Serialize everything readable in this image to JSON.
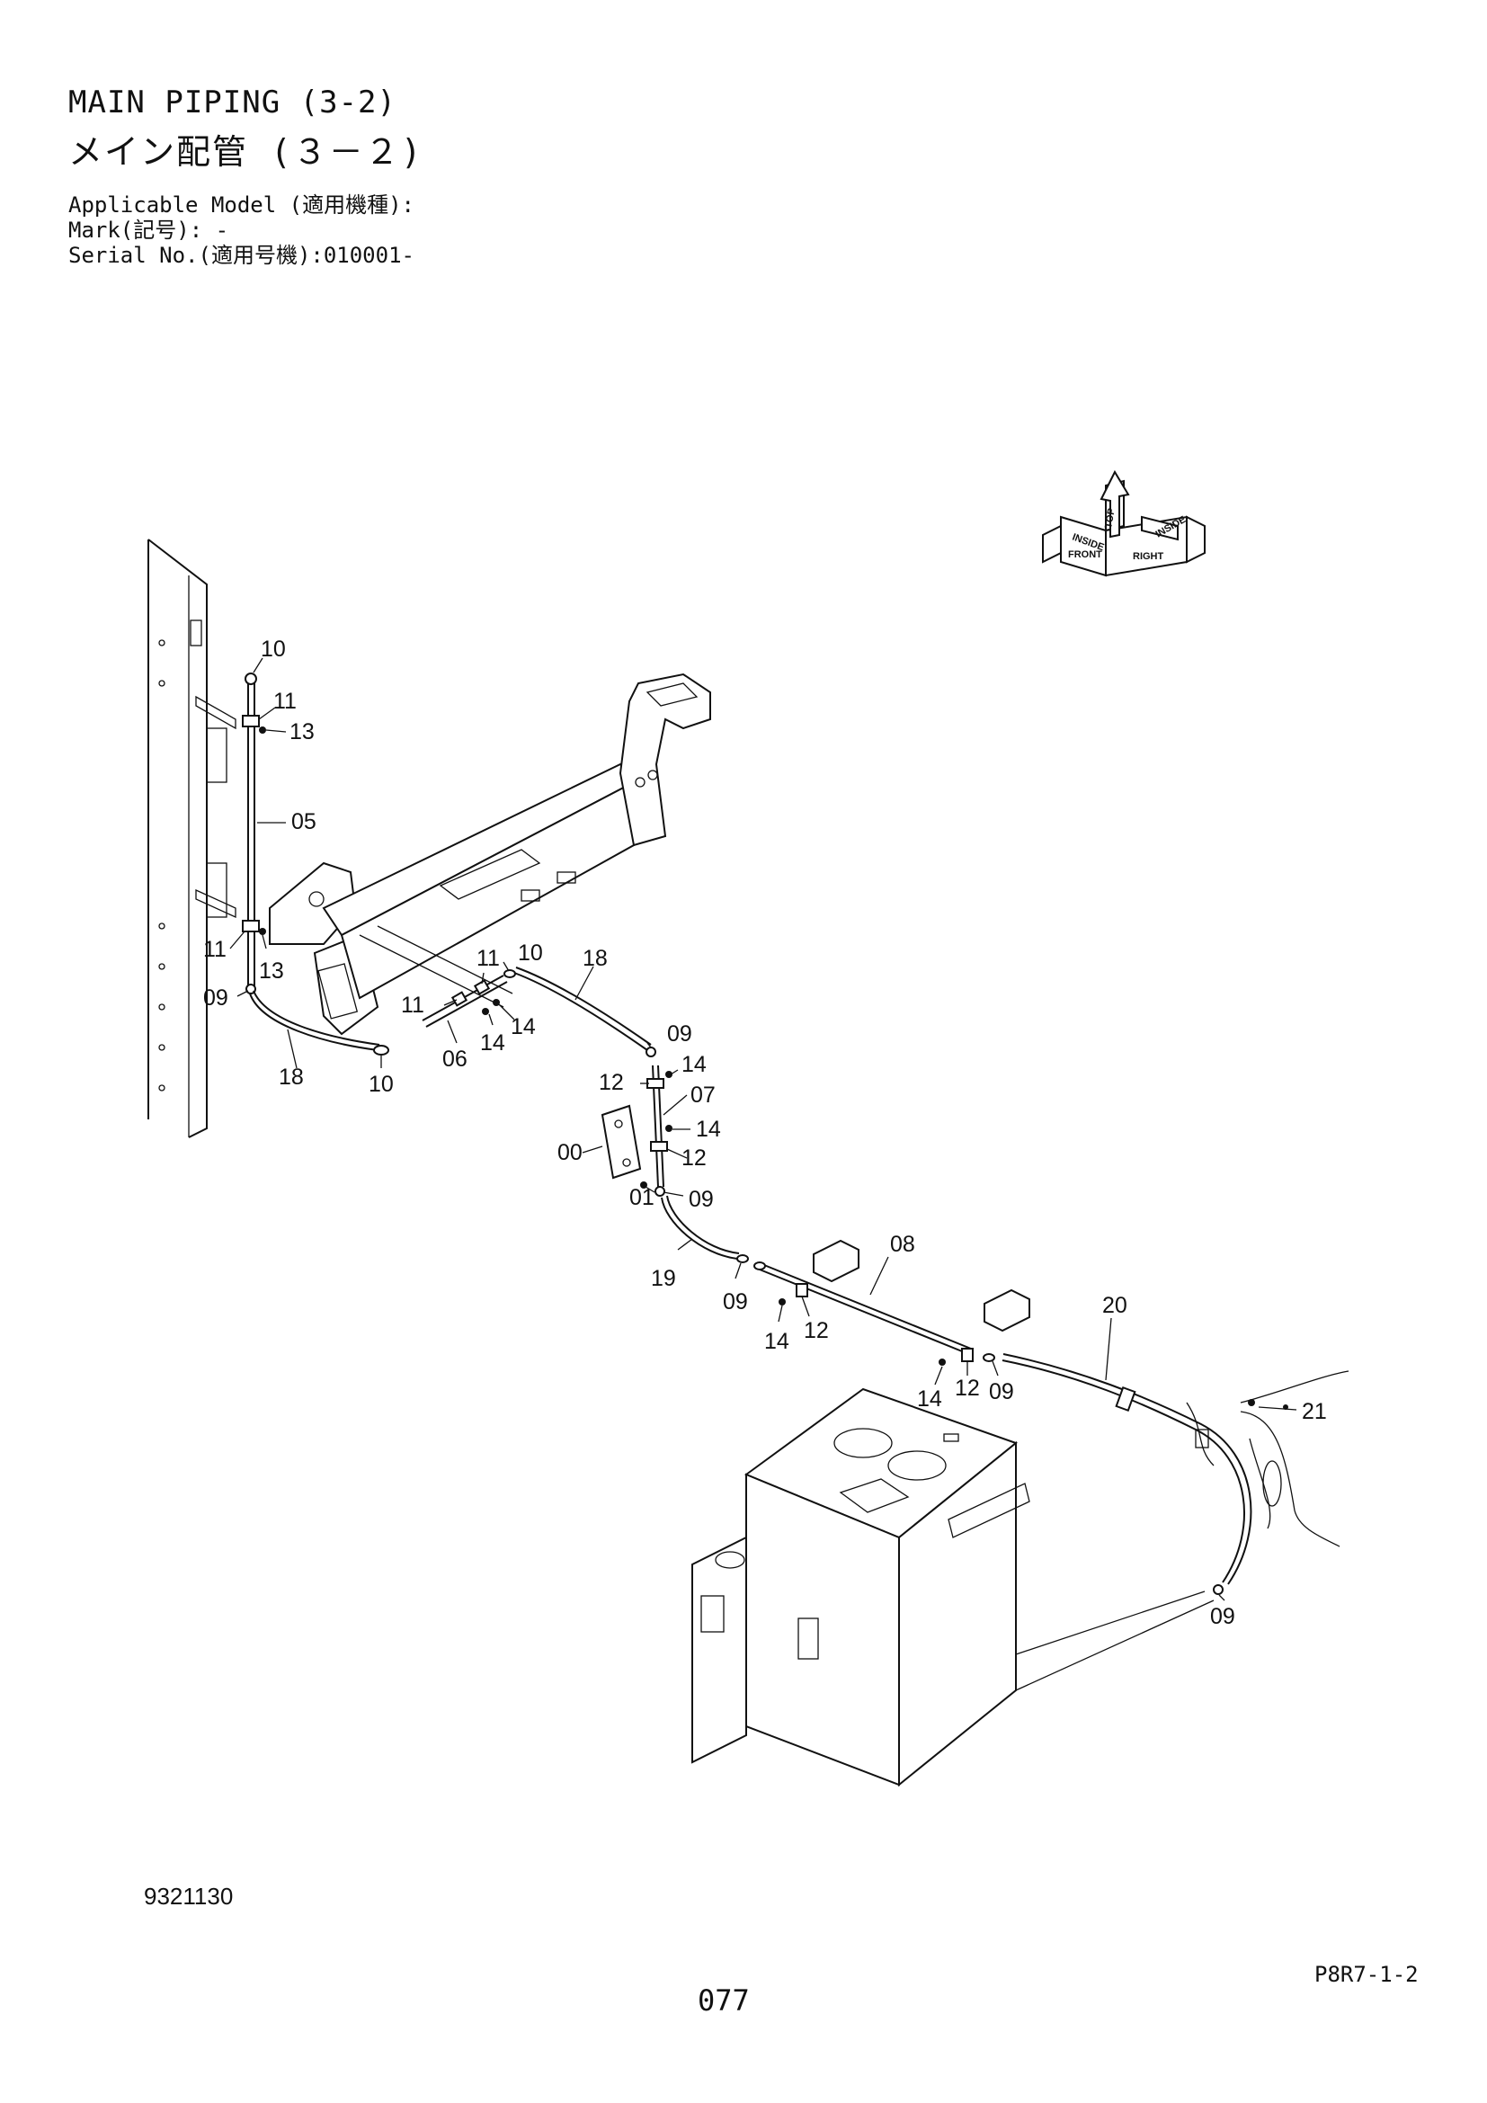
{
  "header": {
    "title_en": "MAIN PIPING (3-2)",
    "title_jp": "メイン配管 (３－２)",
    "applicable_model": "Applicable Model (適用機種):",
    "mark": "Mark(記号): -",
    "serial_no": "Serial No.(適用号機):010001-"
  },
  "footer": {
    "drawing_number": "9321130",
    "page_code": "P8R7-1-2",
    "page_number": "077"
  },
  "orientation_symbol": {
    "labels": [
      "FRONT",
      "TOP",
      "RIGHT",
      "INSIDE",
      "INSIDE"
    ]
  },
  "callouts": {
    "c10_top": "10",
    "c11_top": "11",
    "c13_top": "13",
    "c05": "05",
    "c11_mid": "11",
    "c13_mid": "13",
    "c09_left": "09",
    "c18_left": "18",
    "c10_bottom": "10",
    "c11_a": "11",
    "c10_b": "10",
    "c11_b": "11",
    "c06": "06",
    "c14_a": "14",
    "c14_b": "14",
    "c18_right": "18",
    "c09_mid": "09",
    "c14_c": "14",
    "c12_a": "12",
    "c07": "07",
    "c14_d": "14",
    "c00": "00",
    "c12_b": "12",
    "c01": "01",
    "c09_c": "09",
    "c19": "19",
    "c08": "08",
    "c09_d": "09",
    "c14_e": "14",
    "c12_c": "12",
    "c20": "20",
    "c14_f": "14",
    "c12_d": "12",
    "c09_e": "09",
    "c21": "21",
    "c09_f": "09"
  }
}
